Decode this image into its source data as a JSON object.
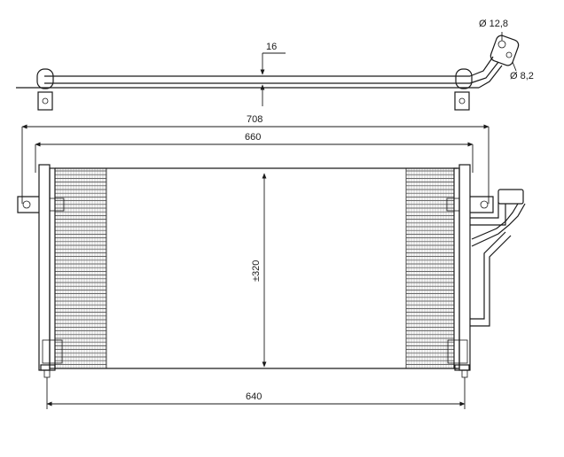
{
  "drawing": {
    "dimensions": {
      "top_thickness": "16",
      "overall_width": "708",
      "core_width": "660",
      "height": "±320",
      "bottom_width": "640",
      "pipe_large": "Ø 12,8",
      "pipe_small": "Ø 8,2"
    }
  }
}
